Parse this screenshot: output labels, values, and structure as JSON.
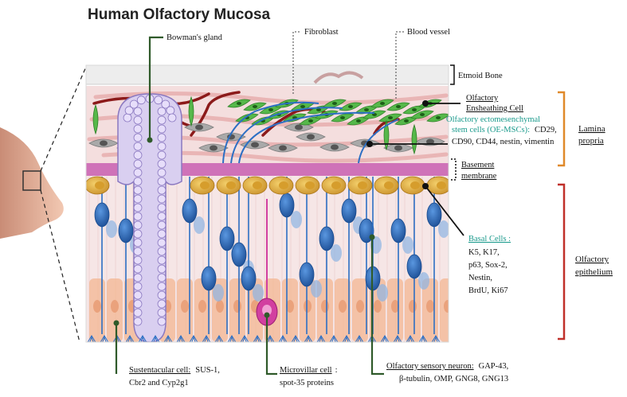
{
  "title": "Human Olfactory Mucosa",
  "labels": {
    "bowmans_gland": "Bowman's gland",
    "fibroblast": "Fibroblast",
    "blood_vessel": "Blood vessel",
    "etmoid_bone": "Etmoid Bone",
    "oec_line1": "Olfactory",
    "oec_line2": "Ensheathing Cell",
    "oe_msc_line1": "Olfactory ectomesenchymal",
    "oe_msc_line2_name": "stem cells (OE-MSCs):",
    "oe_msc_line2_markers": "CD29,",
    "oe_msc_line3": "CD90, CD44, nestin, vimentin",
    "basement_line1": "Basement",
    "basement_line2": "membrane",
    "basal_title": "Basal Cells :",
    "basal_line1": "K5, K17,",
    "basal_line2": "p63, Sox-2,",
    "basal_line3": "Nestin,",
    "basal_line4": "BrdU, Ki67",
    "sustentacular_name": "Sustentacular cell:",
    "sustentacular_markers1": "SUS-1,",
    "sustentacular_markers2": "Cbr2 and Cyp2g1",
    "microvillar_name": "Microvillar cell",
    "microvillar_colon": ":",
    "microvillar_markers": "spot-35 proteins",
    "osn_name": "Olfactory sensory neuron:",
    "osn_markers1": "GAP-43,",
    "osn_markers2": "β-tubulin, OMP, GNG8, GNG13",
    "lamina_line1": "Lamina",
    "lamina_line2": "propria",
    "epithelium_line1": "Olfactory",
    "epithelium_line2": "epithelium"
  },
  "colors": {
    "bone": "#ededed",
    "lamina": "#f4dede",
    "basement": "#cf72b8",
    "epithelium": "#f6e6e6",
    "gland": "#d9cff0",
    "gland_outline": "#8a78c0",
    "ensheathing": "#56b84a",
    "fibroblast": "#9a9a9a",
    "vessel": "#8c1a1a",
    "basal": "#e7b13a",
    "neuron": "#2c6fc4",
    "sustentacular": "#f3b592",
    "microvillar": "#d23fa0",
    "orange_bracket": "#e0892a",
    "red_bracket": "#c0302a",
    "leader": "#2f5a2a"
  }
}
